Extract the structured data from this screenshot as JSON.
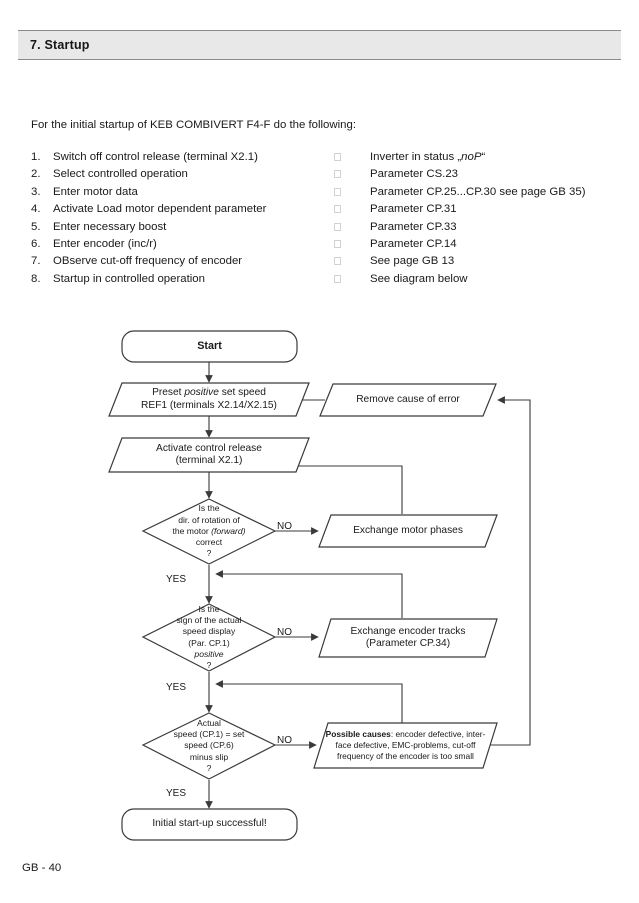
{
  "header": {
    "title": "7. Startup"
  },
  "intro": {
    "text": "For the initial startup of KEB COMBIVERT F4-F do the following:"
  },
  "startup_list": {
    "arrow_icon": "arrow-box-glyph",
    "items": [
      {
        "num": "1.",
        "step": "Switch off control release (terminal X2.1)",
        "detail_pre": "Inverter in status „",
        "detail_em": "noP",
        "detail_post": "“"
      },
      {
        "num": "2.",
        "step": "Select controlled operation",
        "detail_pre": "Parameter CS.23",
        "detail_em": "",
        "detail_post": ""
      },
      {
        "num": "3.",
        "step": "Enter motor data",
        "detail_pre": "Parameter CP.25...CP.30 see page GB 35)",
        "detail_em": "",
        "detail_post": ""
      },
      {
        "num": "4.",
        "step": "Activate Load motor dependent parameter",
        "detail_pre": "Parameter CP.31",
        "detail_em": "",
        "detail_post": ""
      },
      {
        "num": "5.",
        "step": "Enter necessary boost",
        "detail_pre": "Parameter CP.33",
        "detail_em": "",
        "detail_post": ""
      },
      {
        "num": "6.",
        "step": "Enter encoder (inc/r)",
        "detail_pre": "Parameter CP.14",
        "detail_em": "",
        "detail_post": ""
      },
      {
        "num": "7.",
        "step": "OBserve cut-off frequency of encoder",
        "detail_pre": "See page GB 13",
        "detail_em": "",
        "detail_post": ""
      },
      {
        "num": "8.",
        "step": "Startup in controlled operation",
        "detail_pre": "See diagram below",
        "detail_em": "",
        "detail_post": ""
      }
    ]
  },
  "flowchart": {
    "start": {
      "label": "Start"
    },
    "preset": {
      "line1_pre": "Preset ",
      "line1_em": "positive",
      "line1_post": " set speed",
      "line2": "REF1 (terminals X2.14/X2.15)"
    },
    "remove_error": {
      "label": "Remove cause of error"
    },
    "activate": {
      "line1": "Activate control release",
      "line2": "(terminal X2.1)"
    },
    "decision1": {
      "line1": "Is the",
      "line2": "dir. of rotation of",
      "line3_pre": "the motor ",
      "line3_em": "(forward)",
      "line4": "correct",
      "line5": "?"
    },
    "action1": {
      "label": "Exchange motor phases"
    },
    "decision2": {
      "line1": "Is the",
      "line2": "sign of the actual",
      "line3": "speed display",
      "line4": "(Par. CP.1)",
      "line5_em": "positive",
      "line6": "?"
    },
    "action2": {
      "line1": "Exchange encoder tracks",
      "line2": "(Parameter  CP.34)"
    },
    "decision3": {
      "line1": "Actual",
      "line2": "speed (CP.1) = set",
      "line3": "speed (CP.6)",
      "line4": "minus slip",
      "line5": "?"
    },
    "causes": {
      "bold": "Possible causes",
      "line1_rest": ": encoder defective, inter-",
      "line2": "face defective, EMC-problems, cut-off",
      "line3": "frequency of the encoder is too small"
    },
    "end": {
      "label": "Initial start-up successful!"
    },
    "labels": {
      "no": "NO",
      "yes": "YES"
    }
  },
  "footer": {
    "page": "GB - 40"
  },
  "colors": {
    "header_bg": "#e8e8e8",
    "line": "#3a3a3a",
    "text": "#1a1a1a"
  }
}
